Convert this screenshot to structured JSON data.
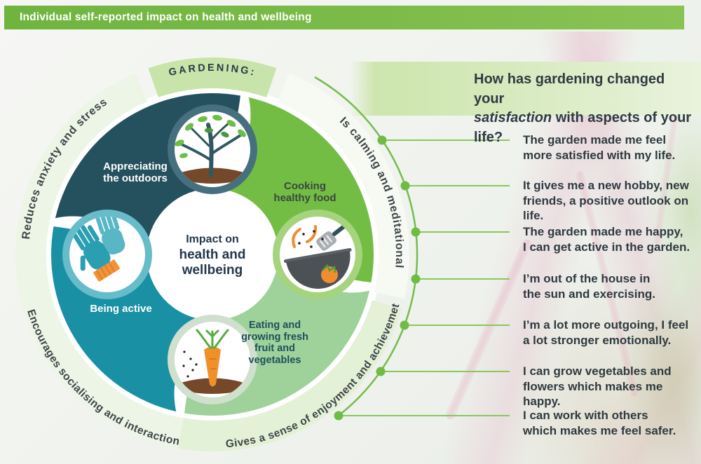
{
  "header": {
    "title": "Individual self-reported impact on health and wellbeing"
  },
  "wheel": {
    "top_arc_label": "GARDENING:",
    "arc_labels": {
      "top_left": "Reduces anxiety and stress",
      "top_right": "Is calming and meditational",
      "bottom_left": "Encourages socialising and interaction",
      "bottom_right": "Gives a sense of enjoyment and achievemet"
    },
    "segments": {
      "outdoors": {
        "label": "Appreciating\nthe outdoors",
        "icon": "tree-icon"
      },
      "cooking": {
        "label": "Cooking\nhealthy food",
        "icon": "cooking-pan-icon"
      },
      "active": {
        "label": "Being active",
        "icon": "garden-gloves-icon"
      },
      "eating": {
        "label": "Eating and\ngrowing fresh\nfruit and\nvegetables",
        "icon": "carrot-icon"
      }
    },
    "center": {
      "line1": "Impact on",
      "line2": "health and\nwellbeing"
    }
  },
  "right_panel": {
    "question": {
      "line1": "How has gardening changed your",
      "italic_word": "satisfaction",
      "line2_rest": " with aspects of your life?"
    },
    "quotes": [
      "The garden made me feel\nmore satisfied with my life.",
      "It gives me a new hobby, new\nfriends, a positive outlook on life.",
      "The garden made me happy,\nI can get active in the garden.",
      "I’m out of the house in\nthe sun and exercising.",
      "I’m a lot more outgoing, I feel\na lot stronger emotionally.",
      "I can grow vegetables and\nflowers which makes me happy.",
      "I can work with others\nwhich makes me feel safer."
    ]
  },
  "colors": {
    "header_green": "#7cbb4a",
    "dark_teal": "#25505e",
    "teal": "#1a90a4",
    "green": "#74bd44",
    "light_green": "#9ed29a",
    "accent_line_green": "#74bd4a",
    "pale_ring_green": "#e3f1d6"
  }
}
